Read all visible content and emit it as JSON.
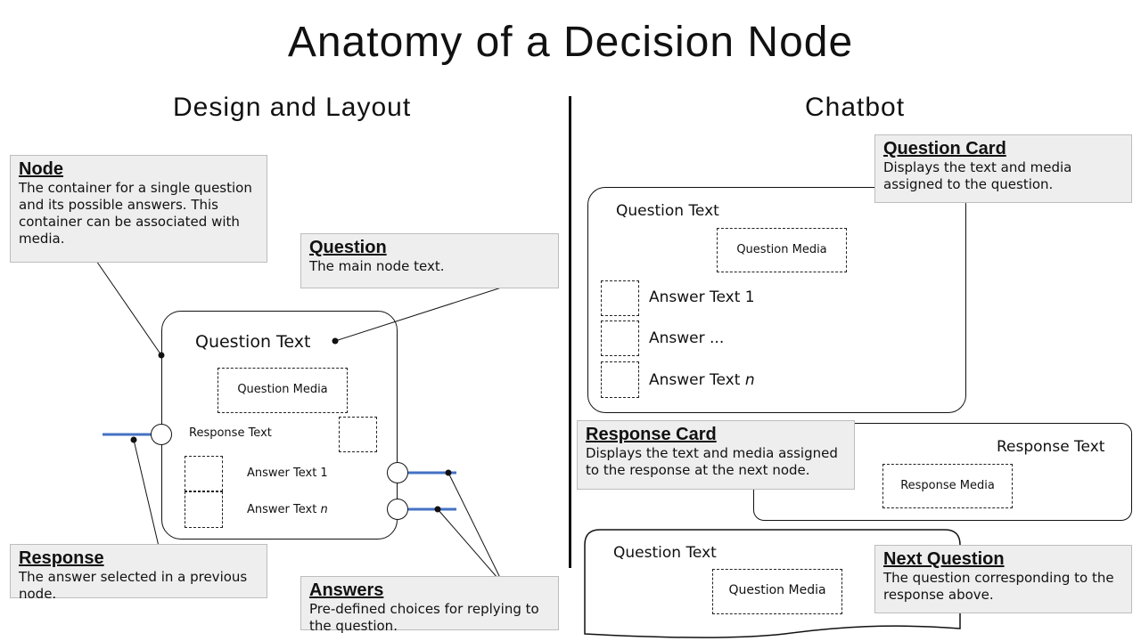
{
  "title": "Anatomy of a Decision Node",
  "sections": {
    "left_title": "Design and Layout",
    "right_title": "Chatbot"
  },
  "callouts": {
    "node": {
      "heading": "Node",
      "body": "The container for a single question and its possible answers. This container can be associated with media."
    },
    "question": {
      "heading": "Question",
      "body": "The main node text."
    },
    "response": {
      "heading": "Response",
      "body": "The answer selected in a previous node."
    },
    "answers": {
      "heading": "Answers",
      "body": "Pre-defined choices for replying to the question."
    },
    "question_card": {
      "heading": "Question Card",
      "body": "Displays the text and media assigned to the question."
    },
    "response_card": {
      "heading": "Response Card",
      "body": "Displays the text and media assigned to the response at the next node."
    },
    "next_question": {
      "heading": "Next Question",
      "body": "The question corresponding to the response above."
    }
  },
  "design_node": {
    "question_text": "Question Text",
    "question_media": "Question Media",
    "response_text": "Response Text",
    "answer_1": "Answer Text 1",
    "answer_n_prefix": "Answer Text ",
    "answer_n_var": "n"
  },
  "chatbot": {
    "question_card": {
      "question_text": "Question Text",
      "question_media": "Question Media",
      "answer_1": "Answer Text 1",
      "answer_2": "Answer ...",
      "answer_n_prefix": "Answer Text ",
      "answer_n_var": "n"
    },
    "response_card": {
      "response_text": "Response Text",
      "response_media": "Response Media"
    },
    "next_question": {
      "question_text": "Question Text",
      "question_media": "Question Media"
    }
  },
  "colors": {
    "connector_blue": "#4472c4",
    "callout_bg": "#eeeeee",
    "callout_border": "#bdbdbd"
  }
}
